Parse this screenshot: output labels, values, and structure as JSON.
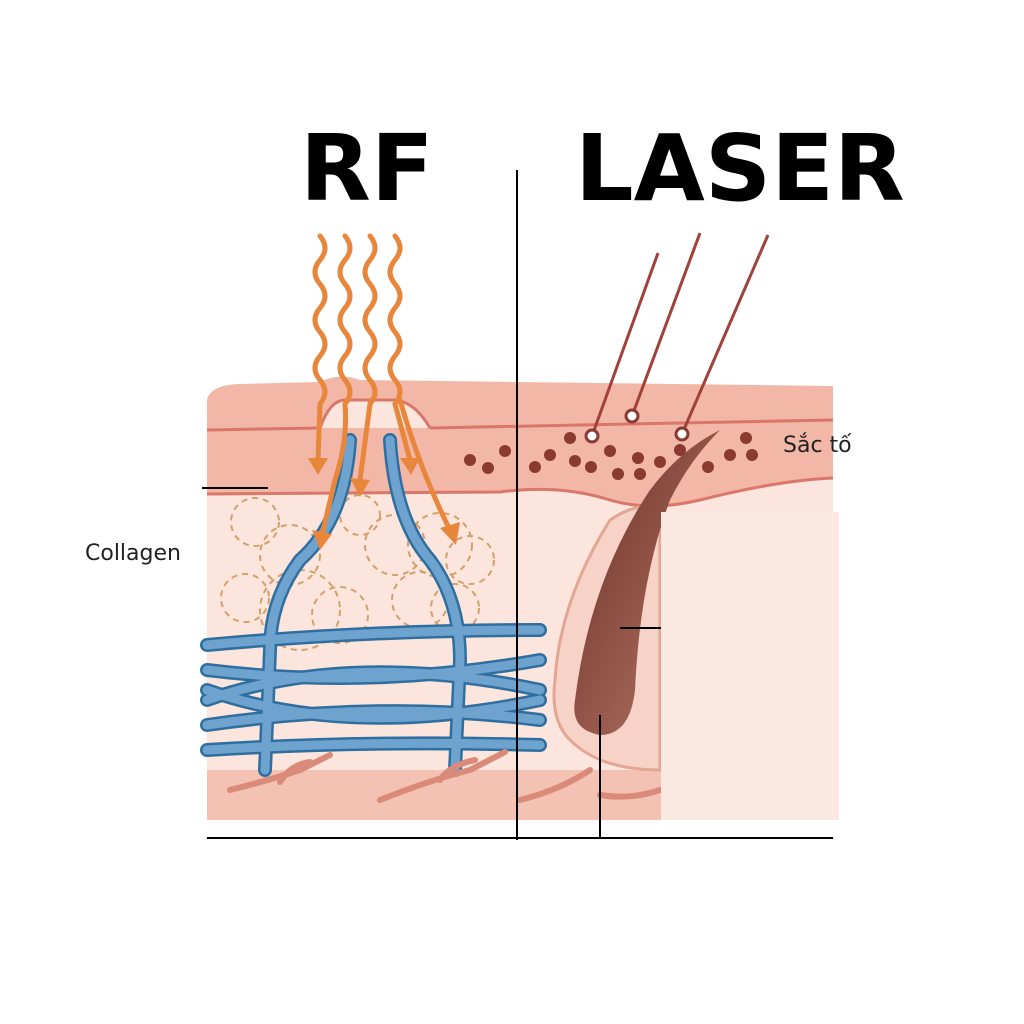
{
  "titles": {
    "left": "RF",
    "right": "LASER"
  },
  "labels": {
    "collagen": "Collagen",
    "pigment": "Sắc tố"
  },
  "colors": {
    "skin_top": "#f2b7a6",
    "skin_mid": "#fbe5dc",
    "skin_line": "#d9776a",
    "rf_wave": "#e8863c",
    "collagen_fiber": "#6fa3cf",
    "collagen_fiber_dark": "#2f6fa0",
    "melanin": "#8a3a32",
    "laser_beam": "#a0413a",
    "hair": "#8a4a3a",
    "divider": "#000000"
  }
}
